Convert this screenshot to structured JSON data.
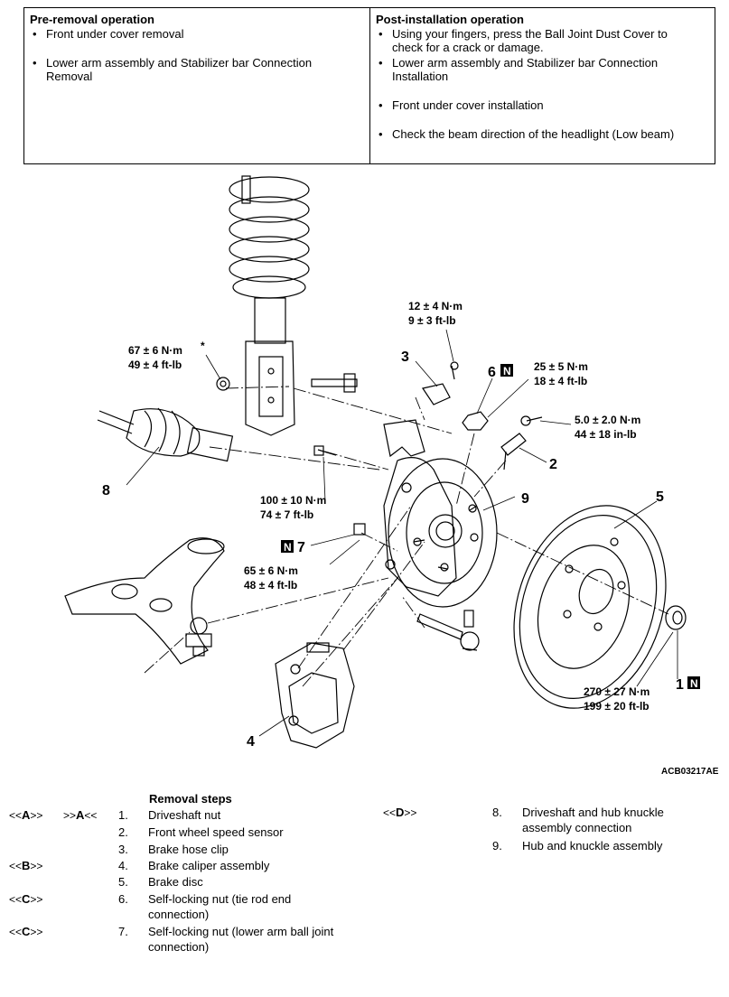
{
  "operations": {
    "pre_removal": {
      "title": "Pre-removal operation",
      "items": [
        "Front under cover removal",
        "Lower arm assembly and Stabilizer bar Connection Removal"
      ]
    },
    "post_installation": {
      "title": "Post-installation operation",
      "items": [
        "Using your fingers, press the Ball Joint Dust Cover to check for a crack or damage.",
        "Lower arm assembly and Stabilizer bar Connection Installation",
        "Front under cover installation",
        "Check the beam direction of the headlight (Low beam)"
      ]
    }
  },
  "diagram": {
    "figure_id": "ACB03217AE",
    "callouts": {
      "n1": "1",
      "n2": "2",
      "n3": "3",
      "n4": "4",
      "n5": "5",
      "n6": "6",
      "n7": "7",
      "n8": "8",
      "n9": "9",
      "new_part_mark": "N",
      "star": "*"
    },
    "torques": {
      "t_strut_a": "67 ± 6 N·m",
      "t_strut_b": "49 ± 4 ft-lb",
      "t_clip_a": "12 ± 4 N·m",
      "t_clip_b": "9 ± 3 ft-lb",
      "t_tierod_a": "25 ± 5 N·m",
      "t_tierod_b": "18 ± 4 ft-lb",
      "t_sensor_a": "5.0 ± 2.0 N·m",
      "t_sensor_b": "44 ± 18 in-lb",
      "t_caliper_a": "100 ± 10 N·m",
      "t_caliper_b": "74 ± 7 ft-lb",
      "t_balljoint_a": "65 ± 6 N·m",
      "t_balljoint_b": "48 ± 4 ft-lb",
      "t_nut_a": "270 ± 27 N·m",
      "t_nut_b": "199 ± 20 ft-lb"
    }
  },
  "removal": {
    "title": "Removal steps",
    "left_steps": [
      {
        "code1": "A",
        "code2": "A",
        "num": "1.",
        "text": "Driveshaft nut"
      },
      {
        "code1": "",
        "code2": "",
        "num": "2.",
        "text": "Front wheel speed sensor"
      },
      {
        "code1": "",
        "code2": "",
        "num": "3.",
        "text": "Brake hose clip"
      },
      {
        "code1": "B",
        "code2": "",
        "num": "4.",
        "text": "Brake caliper assembly"
      },
      {
        "code1": "",
        "code2": "",
        "num": "5.",
        "text": "Brake disc"
      },
      {
        "code1": "C",
        "code2": "",
        "num": "6.",
        "text": "Self-locking nut (tie rod end connection)"
      },
      {
        "code1": "C",
        "code2": "",
        "num": "7.",
        "text": "Self-locking nut (lower arm ball joint connection)"
      }
    ],
    "right_steps": [
      {
        "code1": "D",
        "num": "8.",
        "text": "Driveshaft and hub knuckle assembly connection"
      },
      {
        "code1": "",
        "num": "9.",
        "text": "Hub and knuckle assembly"
      }
    ]
  }
}
